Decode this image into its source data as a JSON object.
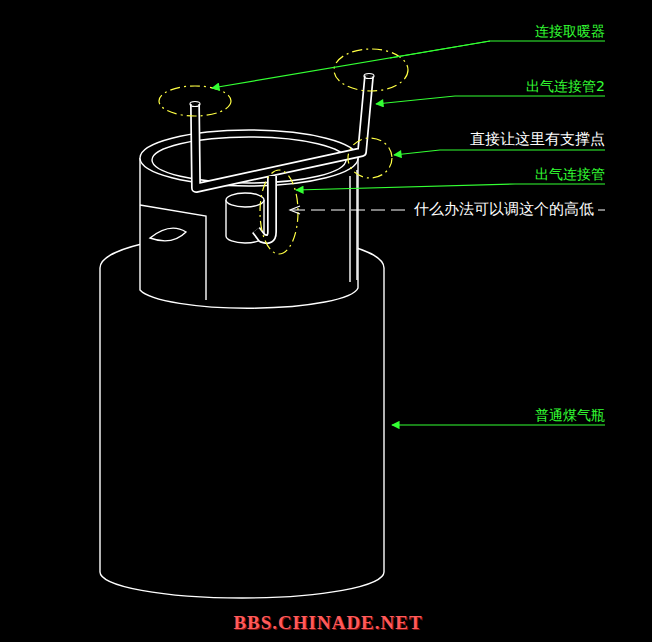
{
  "diagram": {
    "labels": [
      "连接取暖器",
      "出气连接管2",
      "直接让这里有支撑点",
      "出气连接管",
      "什么办法可以调这个的高低",
      "普通煤气瓶",
      "BBS.CHINADE.NET"
    ]
  }
}
